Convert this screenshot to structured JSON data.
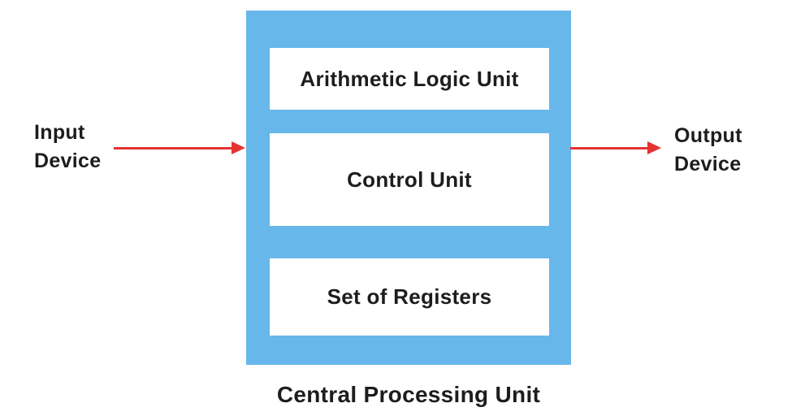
{
  "io": {
    "input": {
      "lines": [
        "Input",
        "Device"
      ]
    },
    "output": {
      "lines": [
        "Output",
        "Device"
      ]
    }
  },
  "cpu": {
    "caption": "Central Processing Unit",
    "components": [
      {
        "label": "Arithmetic Logic Unit"
      },
      {
        "label": "Control Unit"
      },
      {
        "label": "Set of Registers"
      }
    ]
  },
  "colors": {
    "cpu_fill": "#68b7eb",
    "component_fill": "#ffffff",
    "arrow": "#e53232",
    "text": "#1d1d1d",
    "background": "#ffffff"
  }
}
